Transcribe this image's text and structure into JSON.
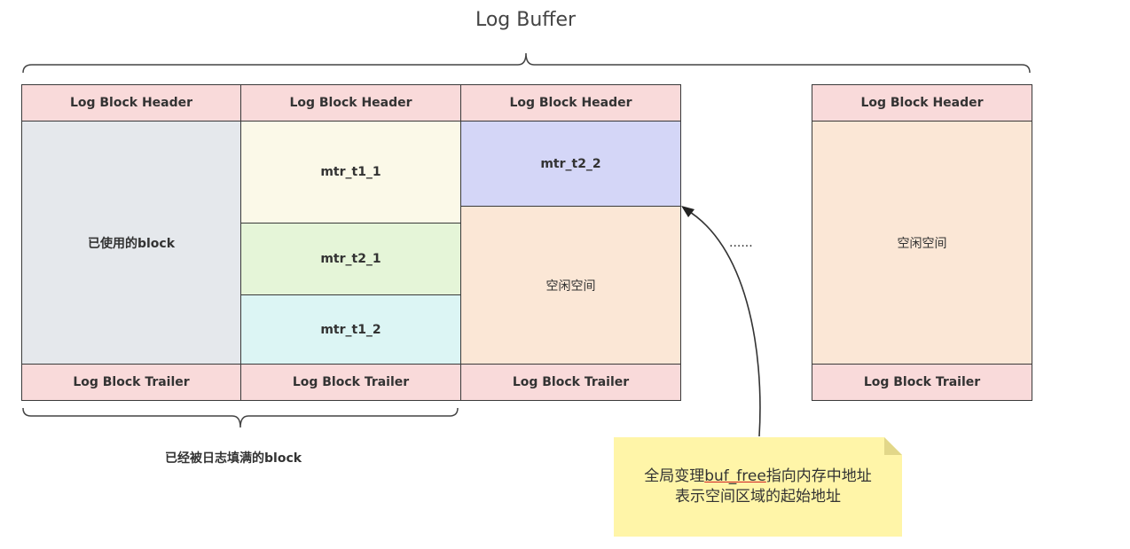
{
  "title": "Log Buffer",
  "blocks": [
    {
      "header": "Log Block Header",
      "body": [
        {
          "label": "已使用的block",
          "color": "#e5e8ec"
        }
      ],
      "trailer": "Log Block Trailer"
    },
    {
      "header": "Log Block Header",
      "body": [
        {
          "label": "mtr_t1_1",
          "color": "#fbf9e8"
        },
        {
          "label": "mtr_t2_1",
          "color": "#e5f5d8"
        },
        {
          "label": "mtr_t1_2",
          "color": "#dcf5f4"
        }
      ],
      "trailer": "Log Block Trailer"
    },
    {
      "header": "Log Block Header",
      "body": [
        {
          "label": "mtr_t2_2",
          "color": "#d4d6f7"
        },
        {
          "label": "空闲空间",
          "color": "#fbe7d6"
        }
      ],
      "trailer": "Log Block Trailer"
    },
    {
      "header": "Log Block Header",
      "body": [
        {
          "label": "空闲空间",
          "color": "#fbe7d6"
        }
      ],
      "trailer": "Log Block Trailer"
    }
  ],
  "ellipsis": "......",
  "filled_caption": "已经被日志填满的block",
  "note": {
    "line1_prefix": "全局变理",
    "line1_highlight": "buf_free",
    "line1_suffix": "指向内存中地址",
    "line2": "表示空间区域的起始地址"
  },
  "colors": {
    "header": "#f9dada",
    "note": "#fff5a8",
    "border": "#3a3a3a"
  }
}
